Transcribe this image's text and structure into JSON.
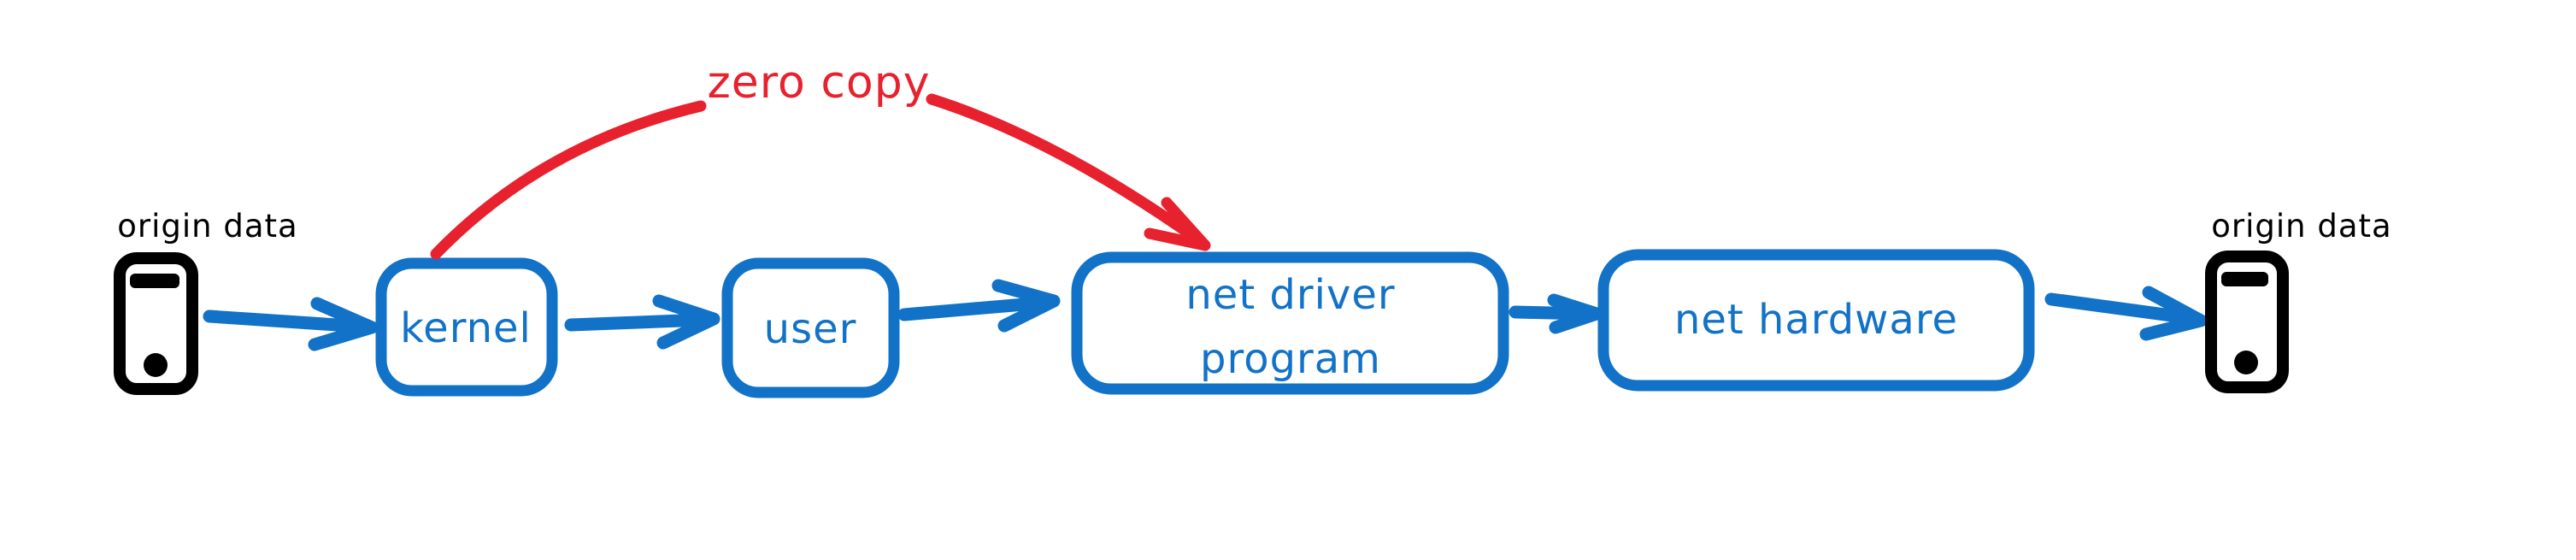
{
  "diagram": {
    "colors": {
      "blue": "#1272c8",
      "red": "#e8212e",
      "black": "#000000",
      "bg": "#ffffff"
    },
    "annotation": {
      "zero_copy_label": "zero copy"
    },
    "source": {
      "label": "origin data"
    },
    "destination": {
      "label": "origin data"
    },
    "nodes": {
      "kernel": {
        "label": "kernel"
      },
      "user": {
        "label": "user"
      },
      "net_driver": {
        "label_line1": "net driver",
        "label_line2": "program"
      },
      "net_hardware": {
        "label": "net hardware"
      }
    }
  }
}
